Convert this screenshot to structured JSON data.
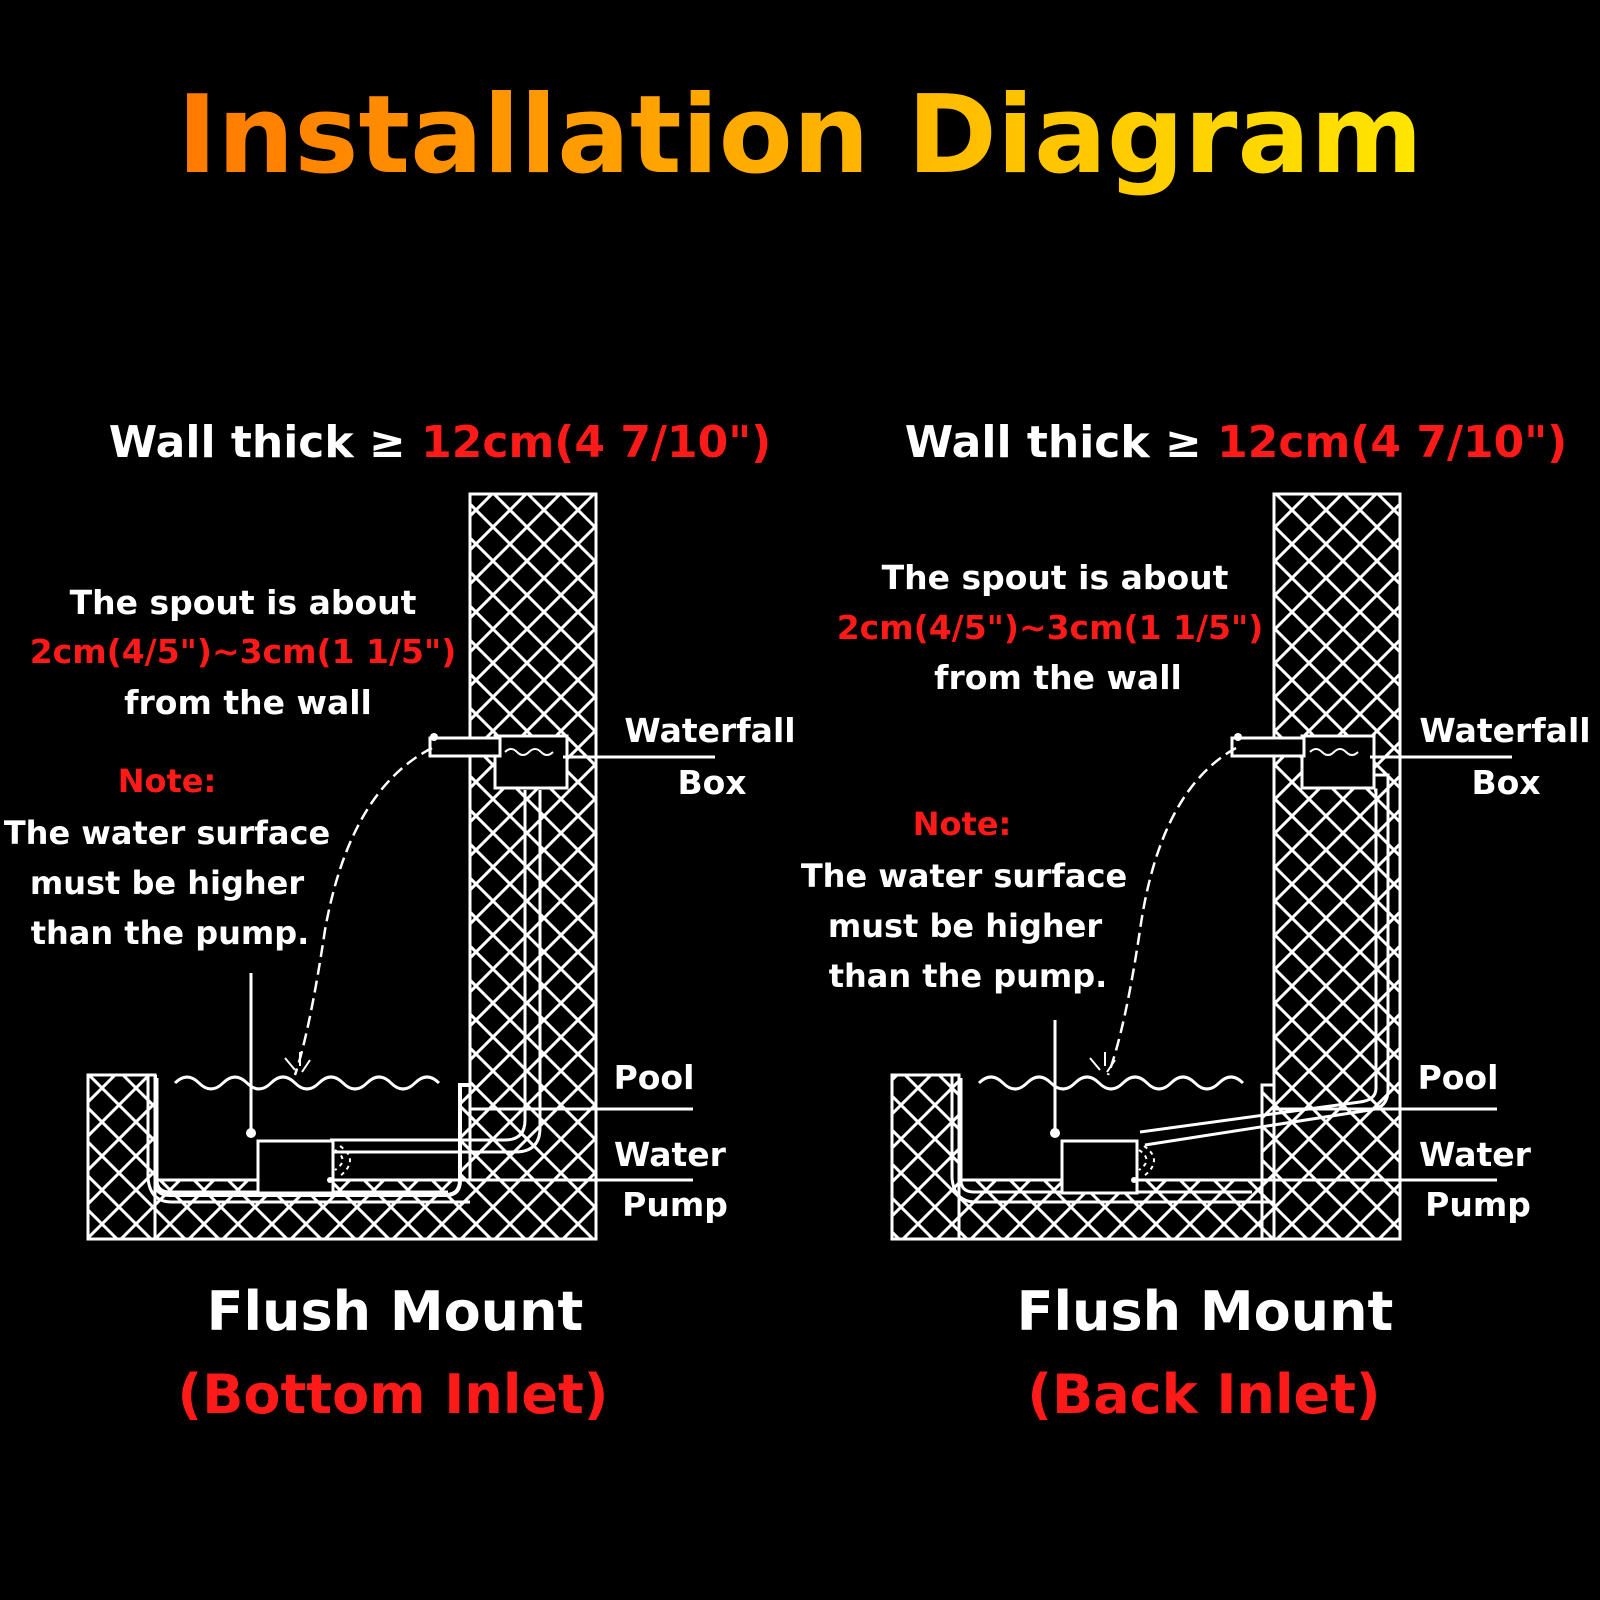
{
  "title": "Installation Diagram",
  "colors": {
    "background": "#000000",
    "line": "#ffffff",
    "accent_red": "#ff1a1a",
    "title_gradient_start": "#ff7a00",
    "title_gradient_end": "#ffe600"
  },
  "left_panel": {
    "wall_label": "Wall thick ≥ ",
    "wall_value": "12cm(4 7/10\")",
    "spout_line1": "The spout is about",
    "spout_line2": "2cm(4/5\")~3cm(1 1/5\")",
    "spout_line3": "from the wall",
    "note_label": "Note:",
    "note_line1": "The water surface",
    "note_line2": "must be higher",
    "note_line3": "than the pump.",
    "waterfall_label_1": "Waterfall",
    "waterfall_label_2": "Box",
    "pool_label": "Pool",
    "pump_label_1": "Water",
    "pump_label_2": "Pump",
    "caption_line1": "Flush Mount",
    "caption_line2": "(Bottom Inlet)"
  },
  "right_panel": {
    "wall_label": "Wall thick ≥ ",
    "wall_value": "12cm(4 7/10\")",
    "spout_line1": "The spout is about",
    "spout_line2": "2cm(4/5\")~3cm(1 1/5\")",
    "spout_line3": "from the wall",
    "note_label": "Note:",
    "note_line1": "The water surface",
    "note_line2": "must be higher",
    "note_line3": "than the pump.",
    "waterfall_label_1": "Waterfall",
    "waterfall_label_2": "Box",
    "pool_label": "Pool",
    "pump_label_1": "Water",
    "pump_label_2": "Pump",
    "caption_line1": "Flush Mount",
    "caption_line2": "(Back Inlet)"
  }
}
